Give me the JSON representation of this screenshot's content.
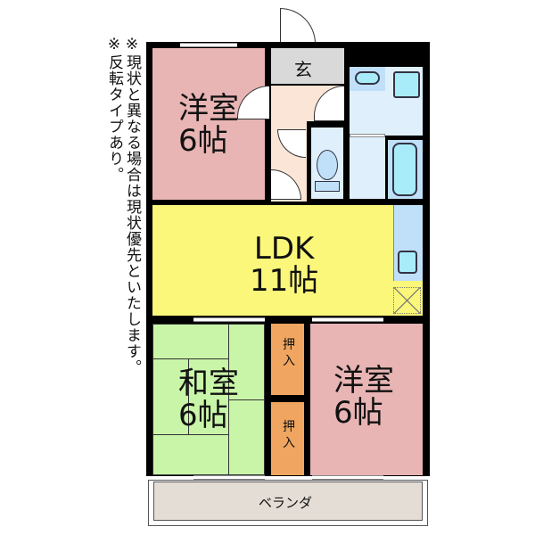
{
  "notes": {
    "line1": "※現状と異なる場合は現状優先といたします。",
    "line2": "※反転タイプあり。"
  },
  "rooms": {
    "western_top": {
      "name": "洋室",
      "size": "6帖",
      "color": "#e8b4b4"
    },
    "entrance": {
      "name": "玄",
      "color": "#d9d9d9"
    },
    "hallway": {
      "color": "#fbe5d6"
    },
    "ldk": {
      "name": "LDK",
      "size": "11帖",
      "color": "#fbf77a"
    },
    "japanese": {
      "name": "和室",
      "size": "6帖",
      "color": "#c9f5a8"
    },
    "closet_top": {
      "name": "押入",
      "color": "#f0a660"
    },
    "closet_bottom": {
      "name": "押入",
      "color": "#f0a660"
    },
    "western_bottom": {
      "name": "洋室",
      "size": "6帖",
      "color": "#e8b4b4"
    },
    "veranda": {
      "name": "ベランダ",
      "color": "#e4ddd5"
    },
    "wet_area": {
      "color": "#dff0fc"
    },
    "kitchen": {
      "color": "#bfe0f8"
    }
  }
}
